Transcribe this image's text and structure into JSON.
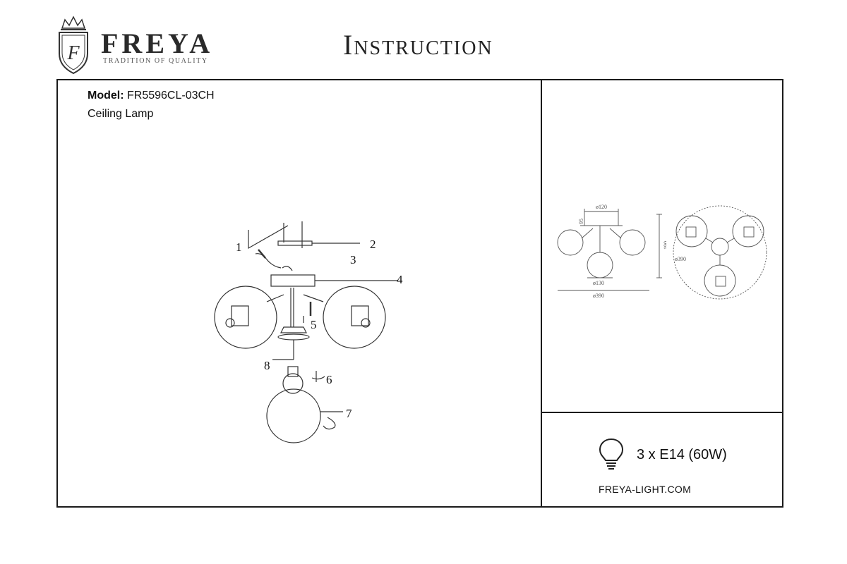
{
  "header": {
    "brand_name": "FREYA",
    "brand_tagline": "TRADITION OF QUALITY",
    "logo_letter": "F",
    "title": "Instruction"
  },
  "product": {
    "model_label": "Model:",
    "model_value": "FR5596CL-03CH",
    "type": "Ceiling Lamp"
  },
  "assembly": {
    "part_numbers": [
      "1",
      "2",
      "3",
      "4",
      "5",
      "6",
      "7",
      "8"
    ]
  },
  "dimensions": {
    "top_width": "ø120",
    "height_small": "95",
    "canopy": "ø130",
    "overall_front": "ø390",
    "overall_height": "190",
    "overall_top": "ø390"
  },
  "specs": {
    "bulb": "3 x E14 (60W)",
    "icon": "light-bulb-icon"
  },
  "footer": {
    "website": "FREYA-LIGHT.COM"
  }
}
